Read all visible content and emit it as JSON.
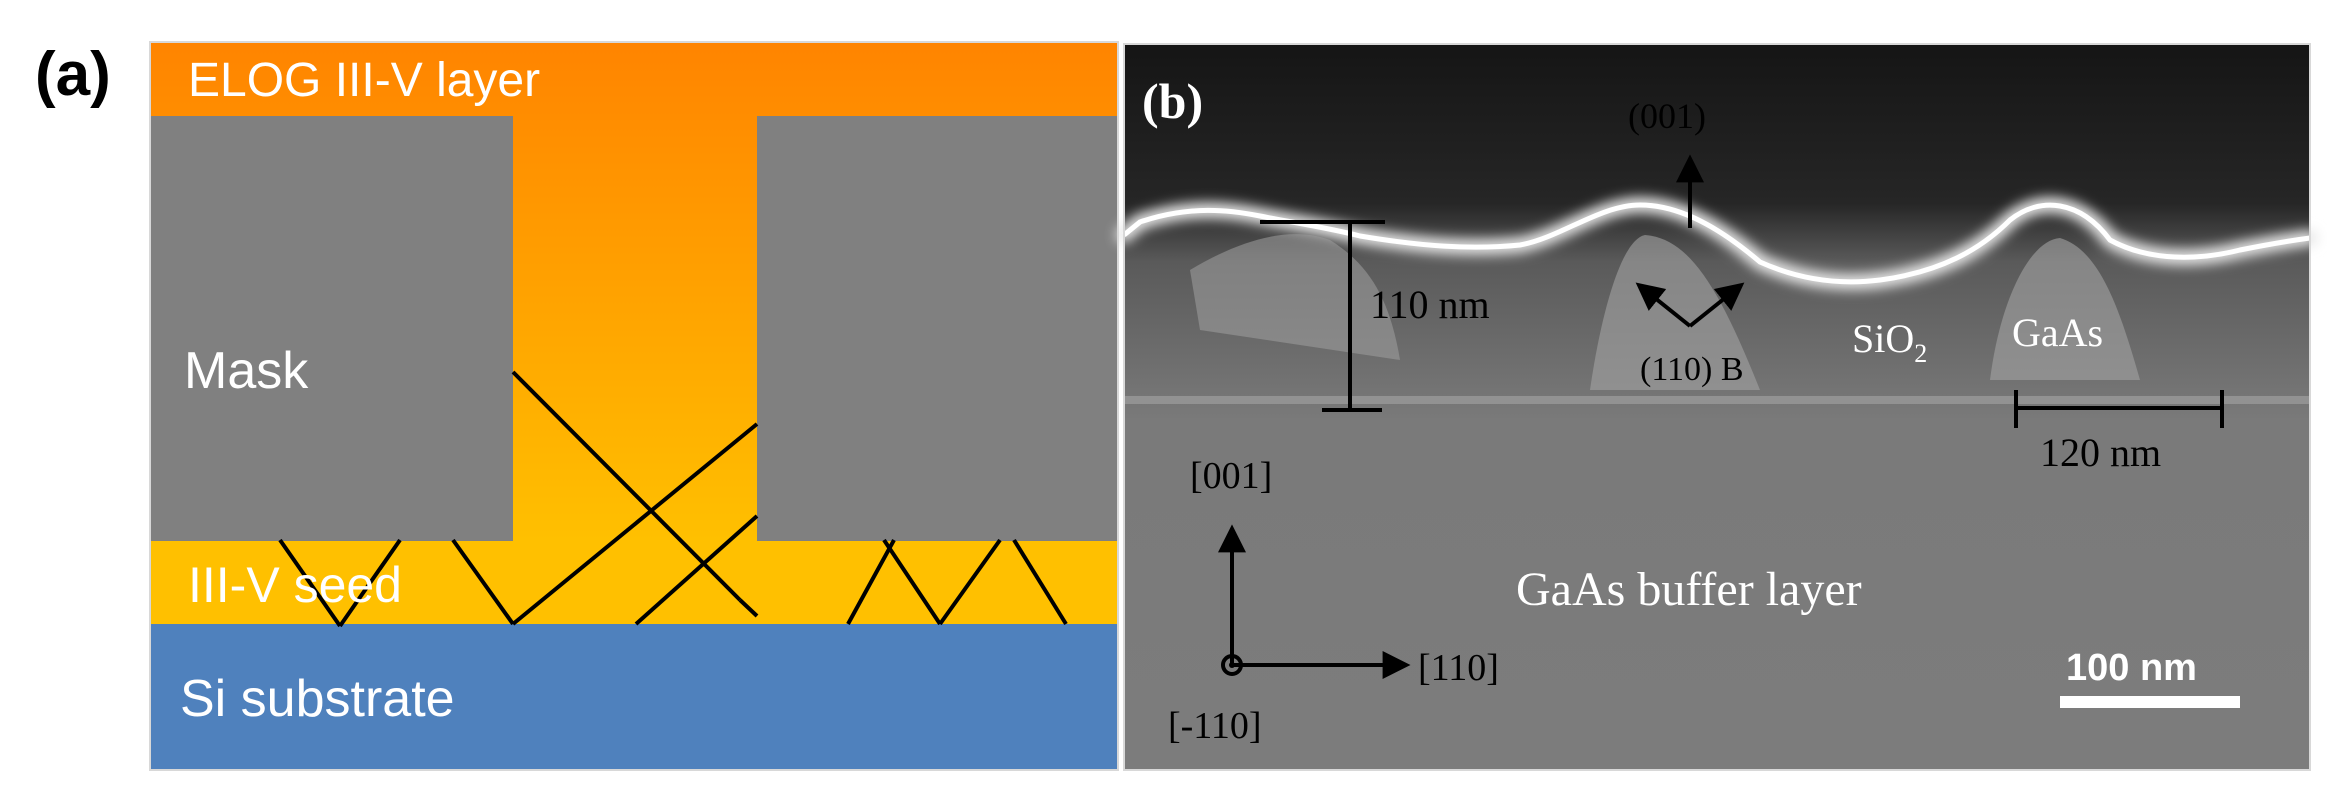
{
  "panel_a": {
    "label": "(a)",
    "layers": {
      "elog": "ELOG III-V layer",
      "mask": "Mask",
      "seed": "III-V seed",
      "substrate": "Si substrate"
    },
    "colors": {
      "elog_top": "#ff8800",
      "elog_bottom": "#ffc000",
      "mask": "#808080",
      "seed": "#ffc000",
      "substrate": "#4f81bd",
      "defect": "#000000"
    }
  },
  "panel_b": {
    "label": "(b)",
    "dir_001": "(001)",
    "height": "110 nm",
    "facet": "(110) B",
    "oxide_main": "SiO",
    "oxide_sub": "2",
    "gaas": "GaAs",
    "width": "120 nm",
    "axis_001": "[001]",
    "axis_110": "[110]",
    "axis_m110": "[-110]",
    "buffer": "GaAs buffer layer",
    "scale": "100 nm"
  }
}
